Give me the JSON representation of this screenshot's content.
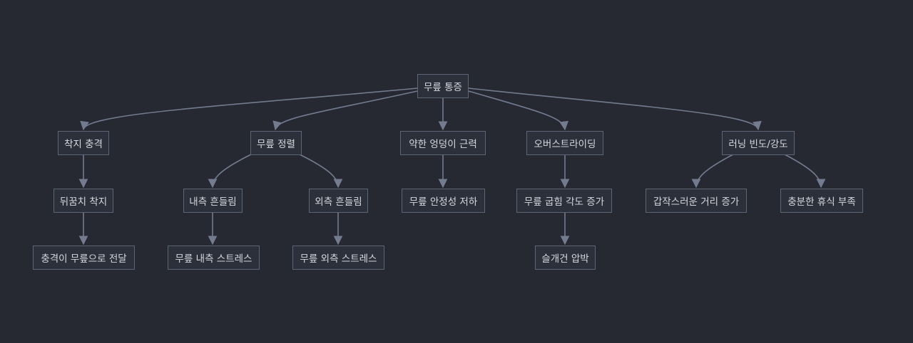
{
  "colors": {
    "background": "#262932",
    "node_fill": "#2c303a",
    "node_stroke": "#5d6473",
    "edge": "#737b8e",
    "text": "#d6d8de"
  },
  "nodes": {
    "root": "무릎 통증",
    "landing_impact": "착지 충격",
    "knee_alignment": "무릎 정렬",
    "weak_hip": "약한 엉덩이 근력",
    "overstriding": "오버스트라이딩",
    "running_freq": "러닝 빈도/강도",
    "heel_strike": "뒤꿈치 착지",
    "medial_wobble": "내측 흔들림",
    "lateral_wobble": "외측 흔들림",
    "knee_stability": "무릎 안정성 저하",
    "knee_flexion": "무릎 굽힘 각도 증가",
    "sudden_distance": "갑작스러운 거리 증가",
    "lack_rest": "충분한 휴식 부족",
    "impact_to_knee": "충격이 무릎으로 전달",
    "medial_stress": "무릎 내측 스트레스",
    "lateral_stress": "무릎 외측 스트레스",
    "patellar_pressure": "슬개건 압박"
  }
}
